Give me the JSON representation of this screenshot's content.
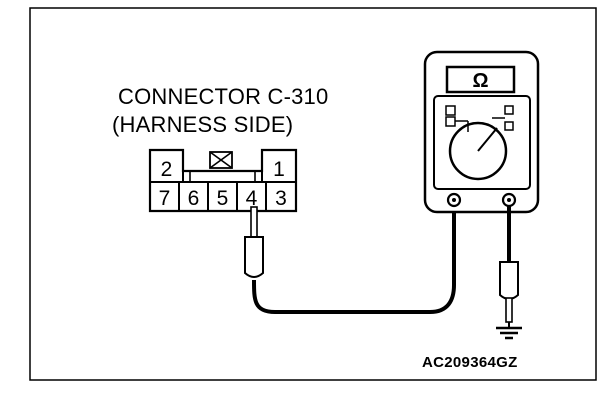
{
  "connector": {
    "title": "CONNECTOR C-310",
    "subtitle": "(HARNESS SIDE)",
    "top_pins": [
      "2",
      "1"
    ],
    "bottom_pins": [
      "7",
      "6",
      "5",
      "4",
      "3"
    ],
    "probed_pin": "4"
  },
  "meter": {
    "display_symbol": "Ω"
  },
  "figure": {
    "id": "AC209364GZ"
  },
  "colors": {
    "ink": "#000000",
    "paper": "#ffffff"
  },
  "icons": {
    "blanked_cavity": "x-box-icon",
    "ground": "ground-icon",
    "probe": "test-probe-icon"
  }
}
